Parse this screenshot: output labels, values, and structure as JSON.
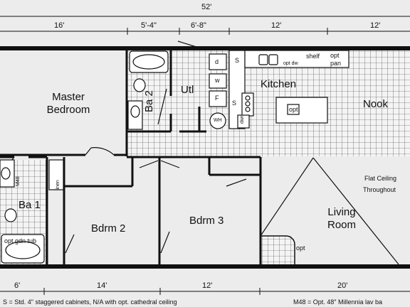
{
  "dimensions": {
    "overall": "52'",
    "top": [
      "16'",
      "5'-4\"",
      "6'-8\"",
      "12'",
      "12'"
    ],
    "bottom": [
      "6'",
      "14'",
      "12'",
      "20'"
    ]
  },
  "rooms": {
    "master_line1": "Master",
    "master_line2": "Bedroom",
    "bath2": "Ba 2",
    "utility": "Utl",
    "kitchen": "Kitchen",
    "nook": "Nook",
    "bath1": "Ba 1",
    "bedroom2": "Bdrm 2",
    "bedroom3": "Bdrm 3",
    "living_line1": "Living",
    "living_line2": "Room"
  },
  "fixtures": {
    "shelf": "shelf",
    "opt_pan_line1": "opt",
    "opt_pan_line2": "pan",
    "opt_dw": "opt dw",
    "s_top": "S",
    "s_bottom": "S",
    "dwr": "dwr",
    "opt_island": "opt",
    "d": "d",
    "w": "w",
    "f": "F",
    "wh": "WH",
    "linen": "linen",
    "m48": "M48",
    "opt_gdn_tub": "opt gdn tub",
    "opt_fireplace": "opt"
  },
  "notes": {
    "flat_ceiling_line1": "Flat Ceiling",
    "flat_ceiling_line2": "Throughout",
    "legend_s": "S = Std. 4\" staggered cabinets, N/A with opt. cathedral ceiling",
    "legend_m48": "M48 = Opt. 48\" Millennia lav ba"
  }
}
